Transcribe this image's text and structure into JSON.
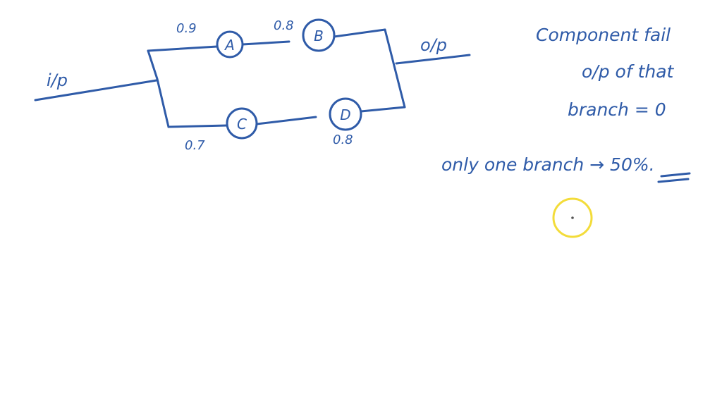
{
  "diagram": {
    "input_label": "i/p",
    "output_label": "o/p",
    "nodes": {
      "a": {
        "label": "A",
        "value": "0.9"
      },
      "b": {
        "label": "B",
        "value": "0.8"
      },
      "c": {
        "label": "C",
        "value": "0.7"
      },
      "d": {
        "label": "D",
        "value": "0.8"
      }
    }
  },
  "notes": {
    "line1": "Component fail",
    "line2": "o/p of that",
    "line3": "branch = 0",
    "line4": "only one branch → 50%."
  },
  "colors": {
    "ink": "#2f5ba8",
    "cursor_ring": "#f3dc3a"
  }
}
